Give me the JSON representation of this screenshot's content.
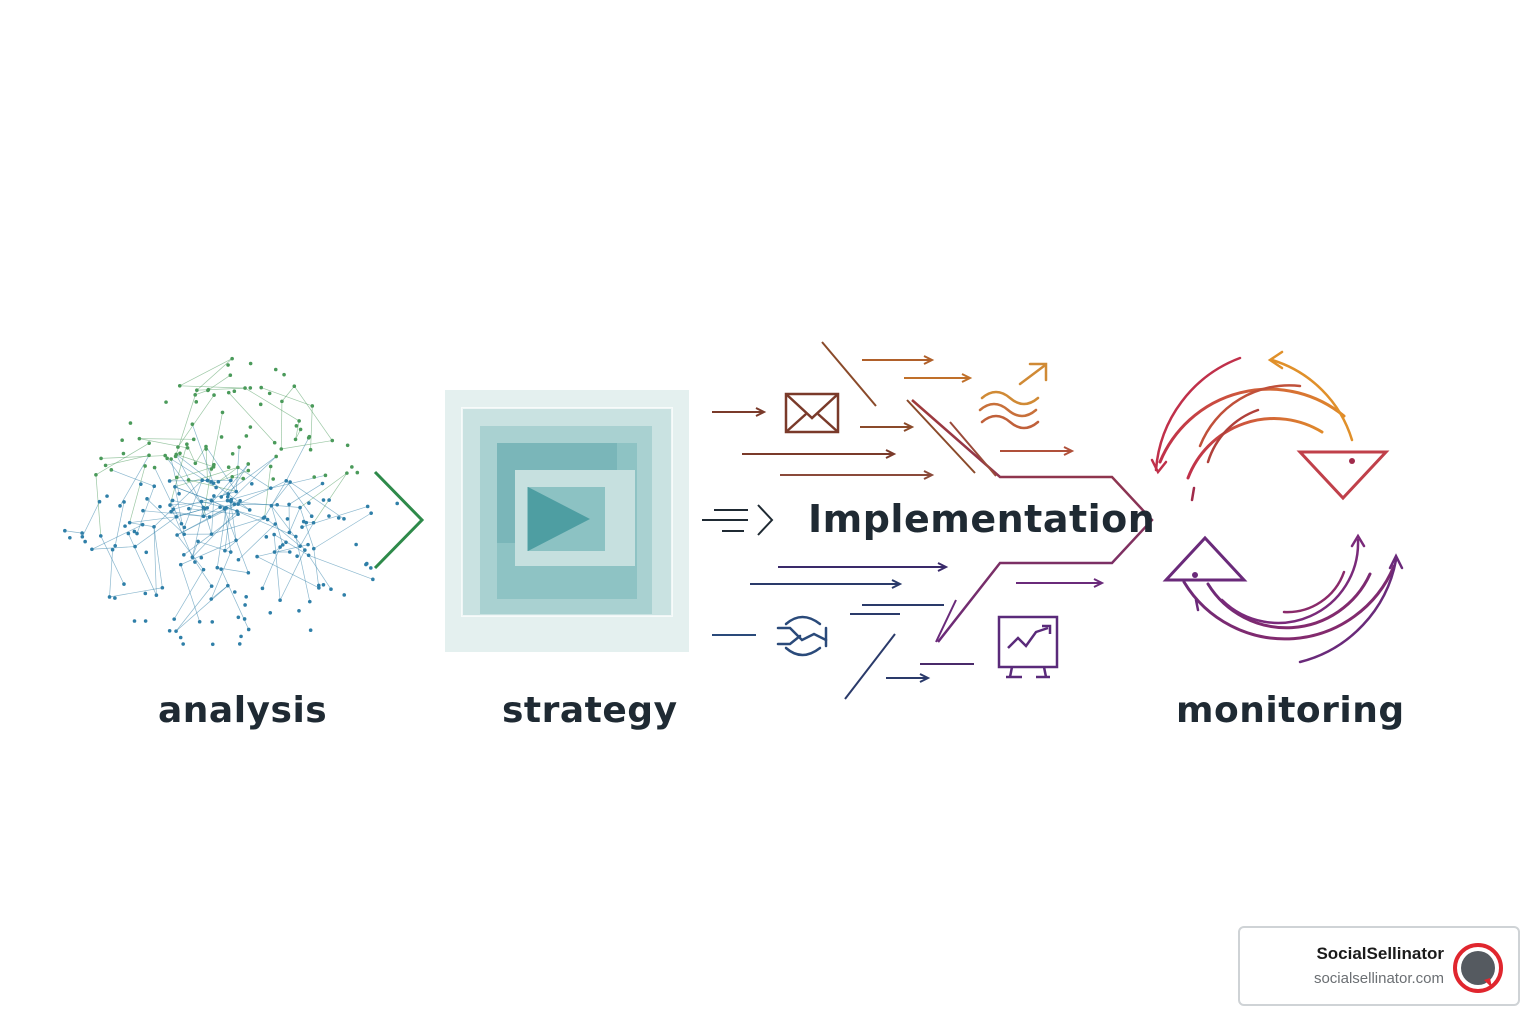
{
  "stages": {
    "analysis": "analysis",
    "strategy": "strategy",
    "implementation": "Implementation",
    "monitoring": "monitoring"
  },
  "brand": {
    "name": "SocialSellinator",
    "url": "socialsellinator.com"
  },
  "colors": {
    "text": "#1f2a33",
    "analysis_green": "#3f9a5a",
    "analysis_blue": "#2f7fa8",
    "strategy_teal": "#5aa8aa",
    "implementation_brown": "#8a4a2a",
    "implementation_orange": "#d08a35",
    "implementation_navy": "#2a3a6a",
    "implementation_purple": "#6a2a7a",
    "monitoring_orange": "#e08a2a",
    "monitoring_red": "#b02a4a",
    "monitoring_purple": "#6a2a7a",
    "brand_red": "#e0262e"
  },
  "icons": [
    "envelope-icon",
    "waves-arrow-icon",
    "handshake-icon",
    "chart-monitor-icon",
    "cycle-arrows-icon"
  ]
}
